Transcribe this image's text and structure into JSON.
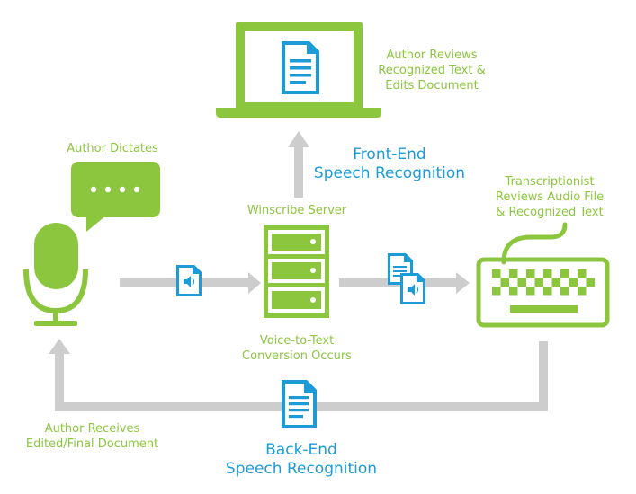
{
  "colors": {
    "green": "#8cc63f",
    "blue": "#1c9bd7",
    "gray": "#cdcdcd",
    "white": "#ffffff"
  },
  "nodes": {
    "author_dictates": {
      "label": "Author Dictates",
      "icons": [
        "microphone-icon",
        "speech-bubble-icon"
      ]
    },
    "winscribe_server": {
      "label": "Winscribe Server",
      "caption": "Voice-to-Text\nConversion Occurs",
      "icon": "server-icon"
    },
    "author_reviews": {
      "label": "Author Reviews\nRecognized Text &\nEdits Document",
      "icon": "laptop-icon"
    },
    "transcriptionist": {
      "label": "Transcriptionist\nReviews Audio File\n& Recognized Text",
      "icon": "keyboard-icon"
    },
    "author_receives": {
      "label": "Author Receives\nEdited/Final Document"
    }
  },
  "flows": {
    "front_end": "Front-End\nSpeech Recognition",
    "back_end": "Back-End\nSpeech Recognition"
  },
  "icons": {
    "audio_file": "audio-file-icon",
    "document": "document-icon"
  }
}
